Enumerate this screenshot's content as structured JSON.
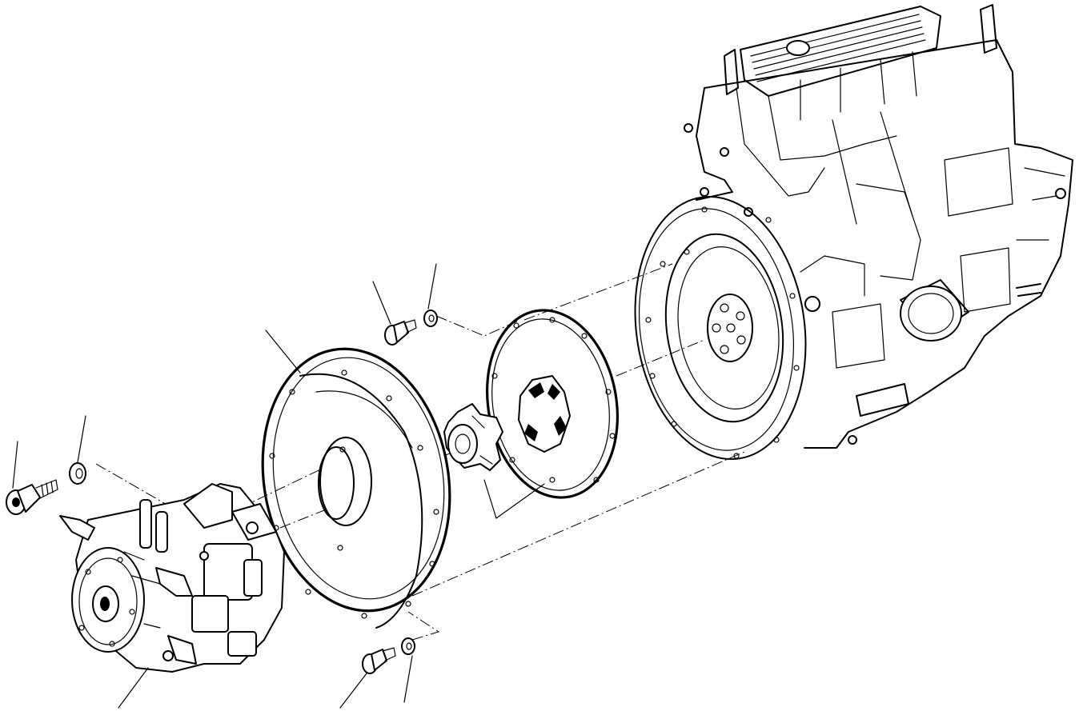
{
  "diagram": {
    "type": "exploded-assembly-drawing",
    "background": "#ffffff",
    "line_color": "#000000",
    "parts": [
      "engine-block",
      "engine-flywheel",
      "flywheel-housing",
      "drive-plate",
      "coupling-hub",
      "hydraulic-pump",
      "pump-mounting-bolt",
      "pump-mounting-washer",
      "plate-bolt",
      "plate-washer",
      "housing-bolt",
      "housing-washer"
    ],
    "callout_count": 7,
    "printed_text": []
  }
}
